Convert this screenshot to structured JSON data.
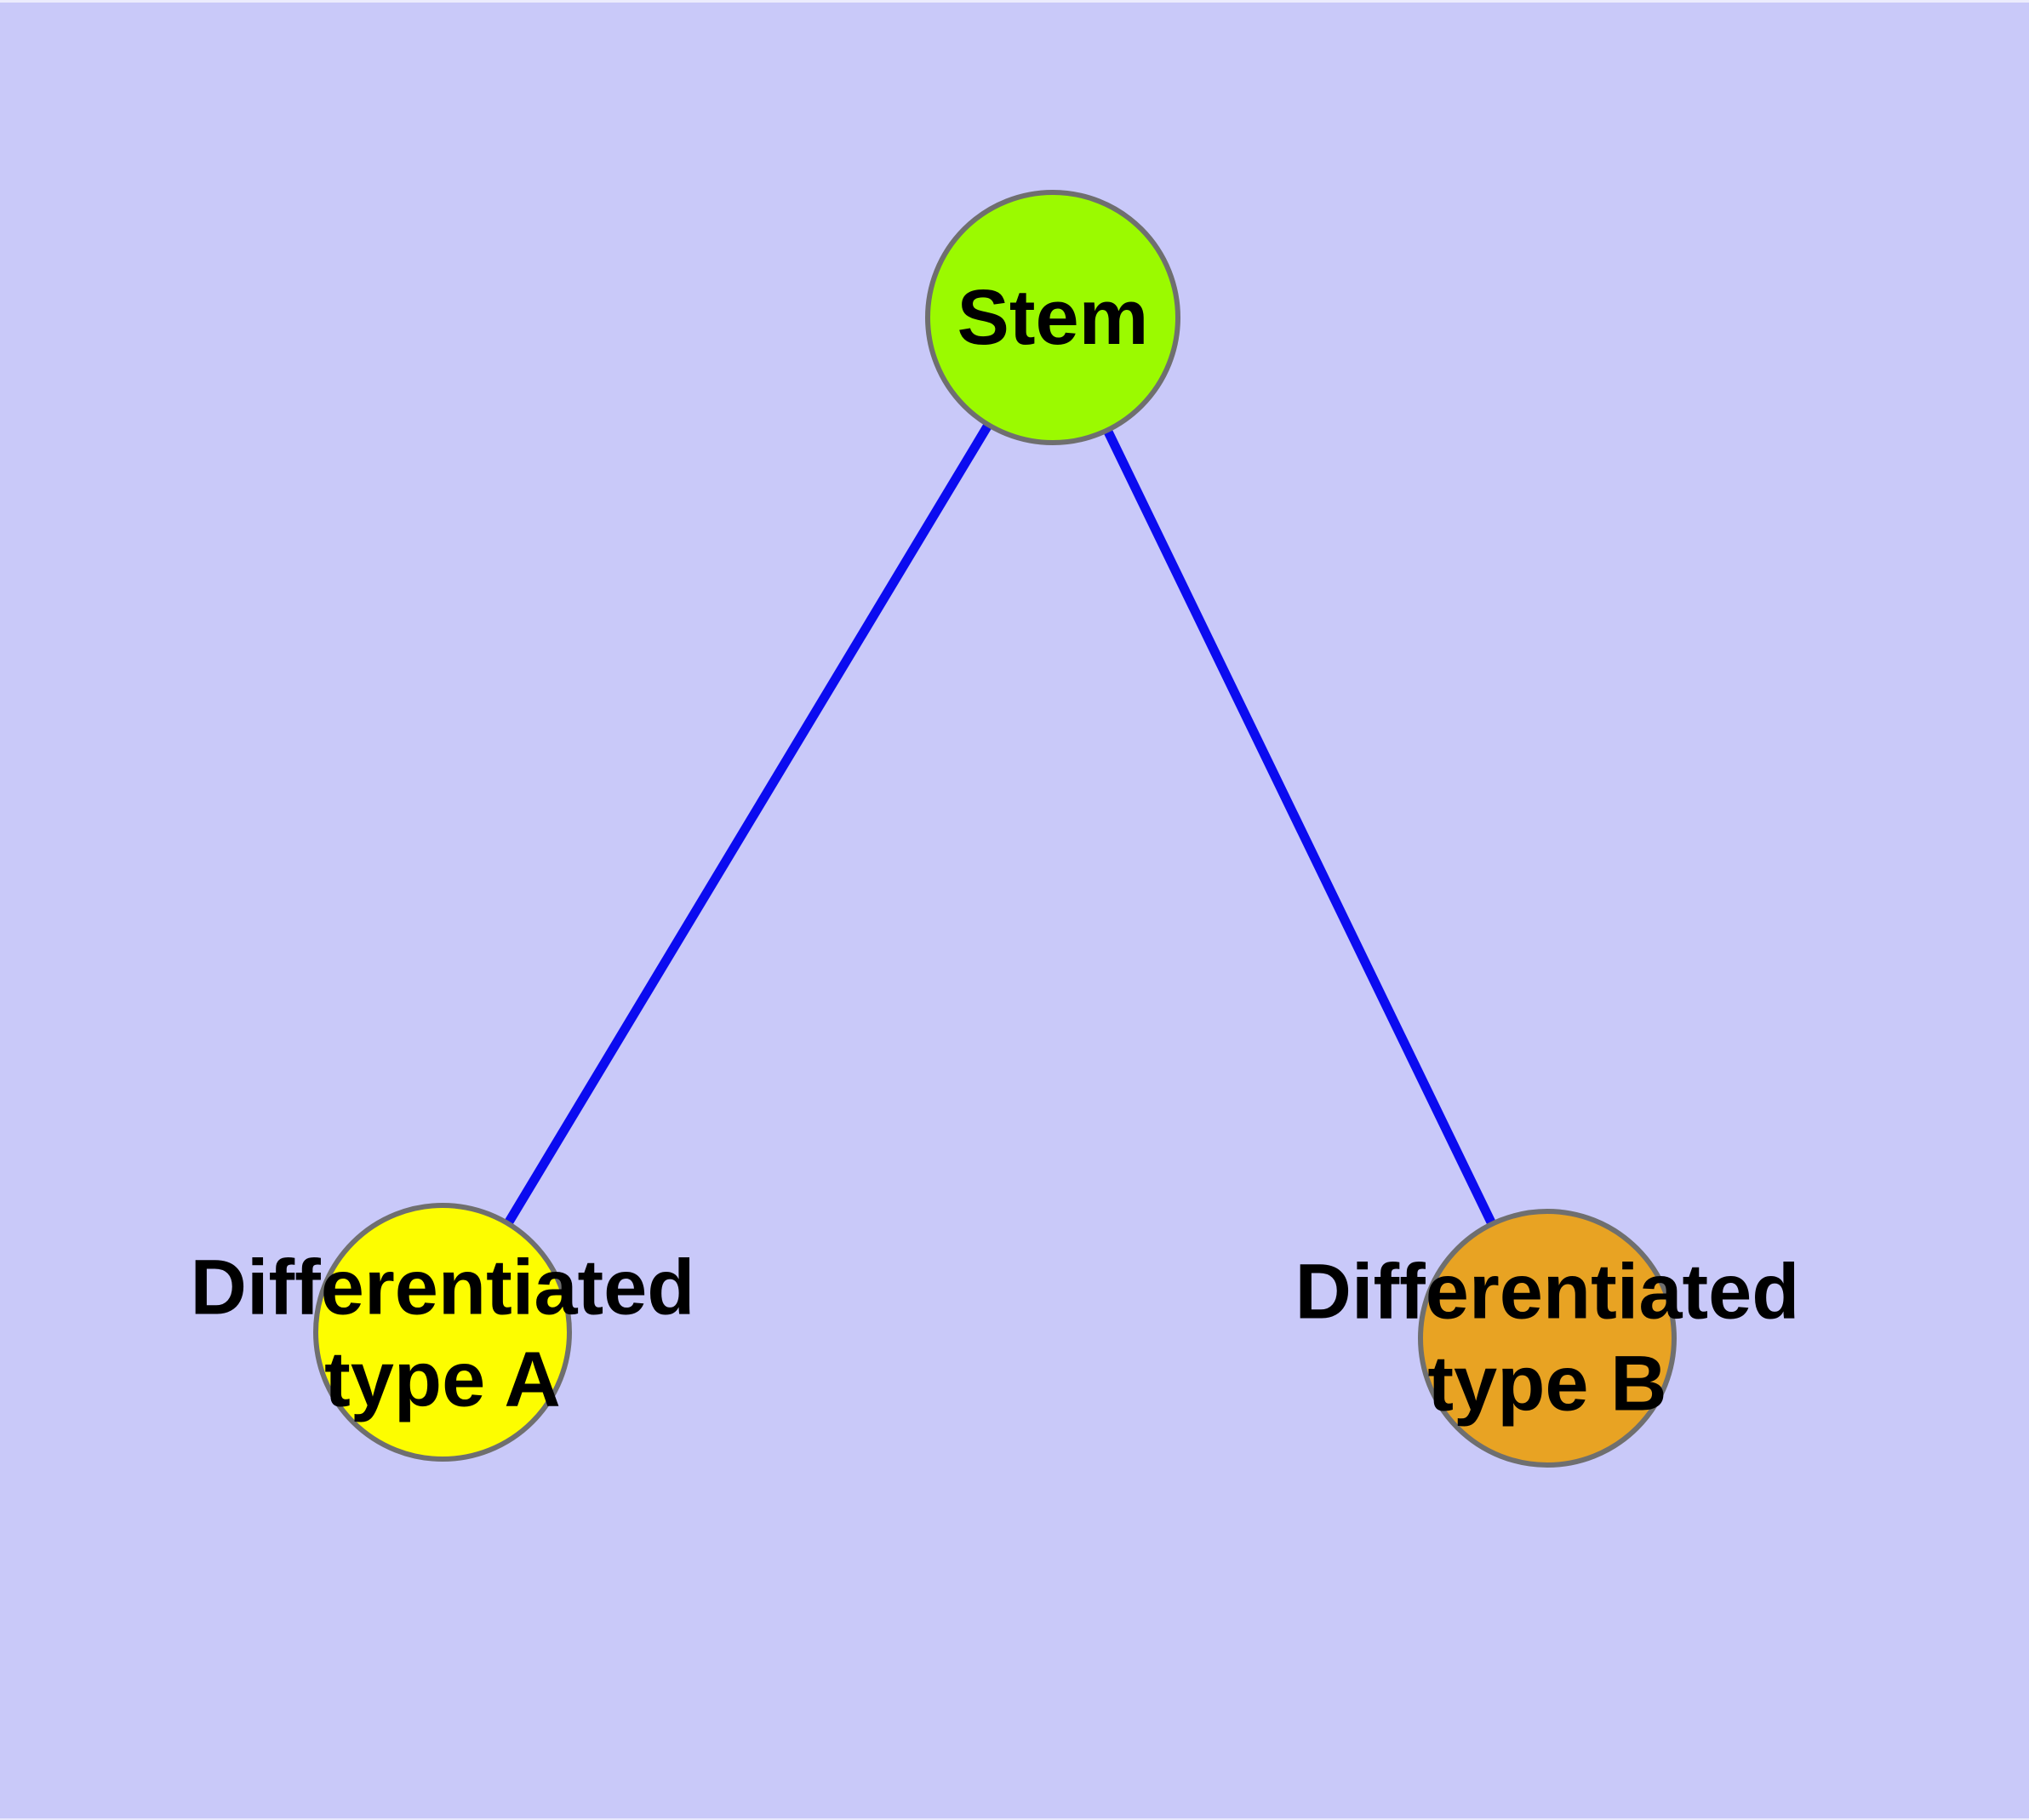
{
  "diagram": {
    "nodes": [
      {
        "id": "stem",
        "label": "Stem",
        "color_key": "node_stem"
      },
      {
        "id": "typeA",
        "label": "Differentiated\ntype A",
        "color_key": "node_type_a"
      },
      {
        "id": "typeB",
        "label": "Differentiated\ntype B",
        "color_key": "node_type_b"
      }
    ],
    "edges": [
      {
        "from": "stem",
        "to": "typeA"
      },
      {
        "from": "stem",
        "to": "typeB"
      }
    ]
  },
  "colors": {
    "background": "#c9c9f9",
    "edge": "#0b0bf0",
    "node_border": "#6f6f6f",
    "node_stem": "#9bfa00",
    "node_type_a": "#fdfd00",
    "node_type_b": "#e8a323",
    "label_text": "#000000"
  }
}
